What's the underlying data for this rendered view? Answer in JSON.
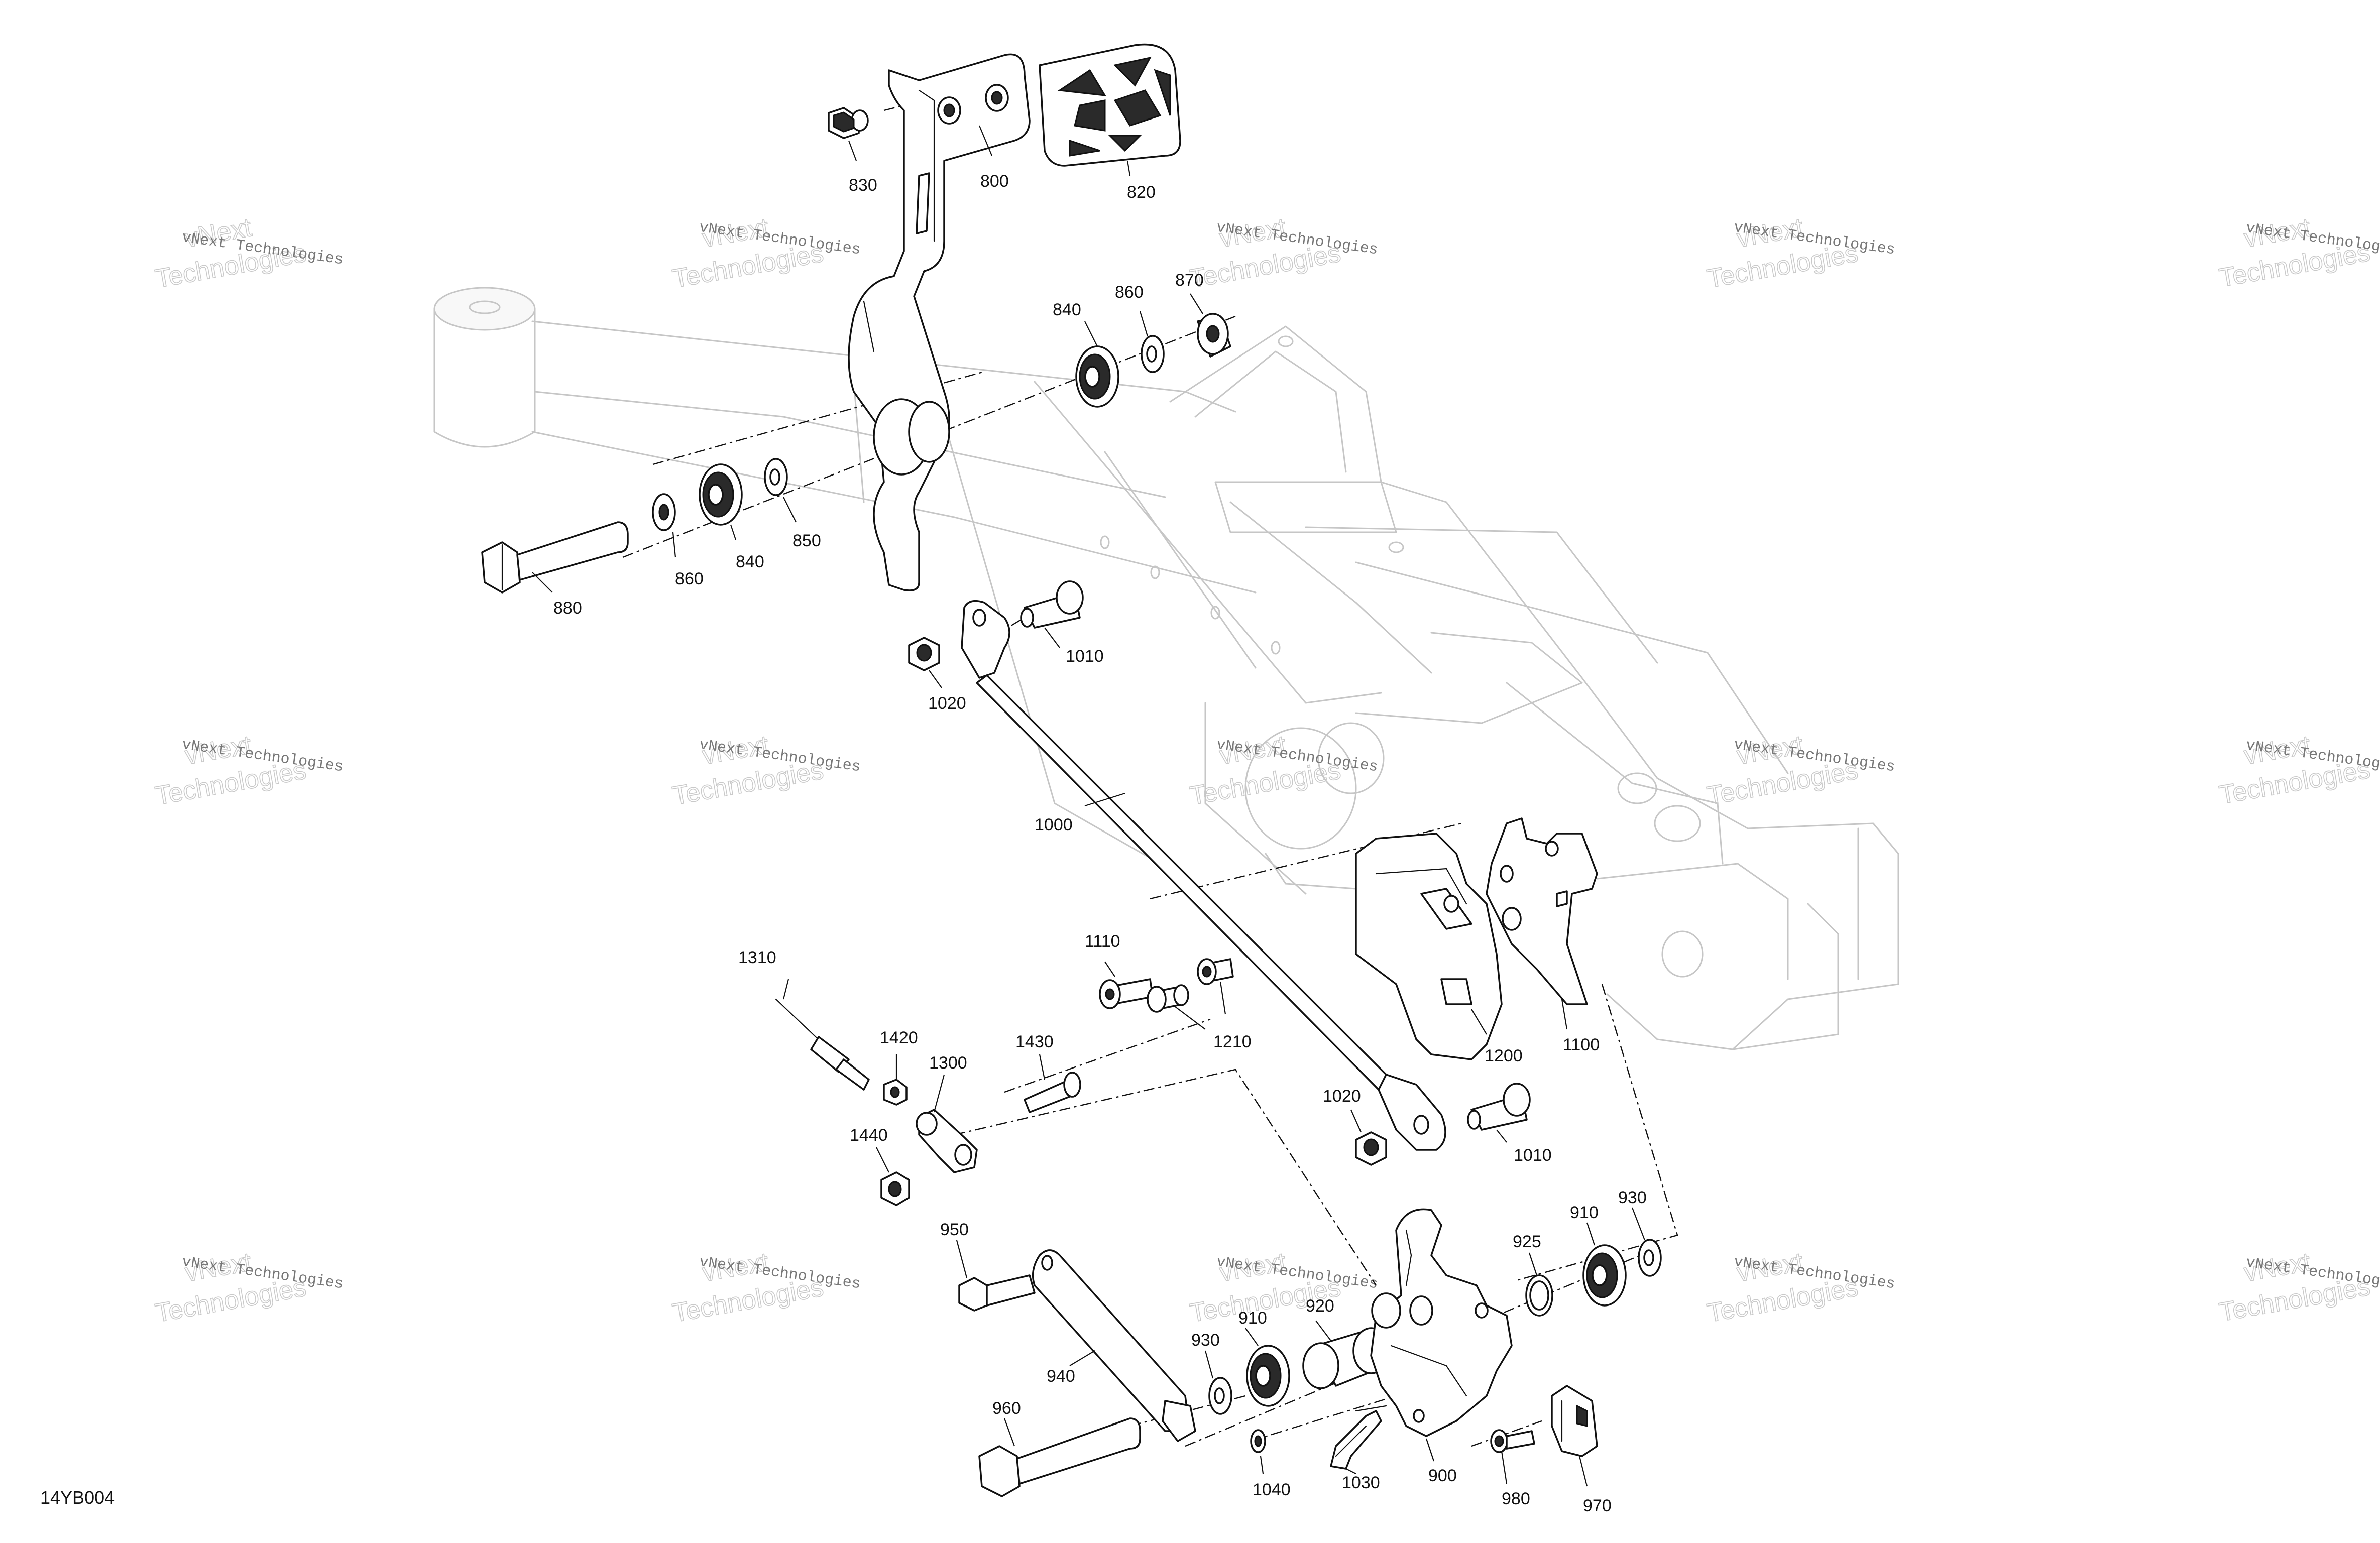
{
  "document_code": "14YB004",
  "watermark": {
    "line1": "vNext Technologies",
    "line2": "vNext",
    "line3": "Technologies"
  },
  "parts": [
    {
      "id": "800",
      "label": "800"
    },
    {
      "id": "820",
      "label": "820"
    },
    {
      "id": "830",
      "label": "830"
    },
    {
      "id": "840a",
      "label": "840"
    },
    {
      "id": "860a",
      "label": "860"
    },
    {
      "id": "870",
      "label": "870"
    },
    {
      "id": "840b",
      "label": "840"
    },
    {
      "id": "850",
      "label": "850"
    },
    {
      "id": "860b",
      "label": "860"
    },
    {
      "id": "880",
      "label": "880"
    },
    {
      "id": "1010a",
      "label": "1010"
    },
    {
      "id": "1020a",
      "label": "1020"
    },
    {
      "id": "1000",
      "label": "1000"
    },
    {
      "id": "1110",
      "label": "1110"
    },
    {
      "id": "1210",
      "label": "1210"
    },
    {
      "id": "1200",
      "label": "1200"
    },
    {
      "id": "1100",
      "label": "1100"
    },
    {
      "id": "1310",
      "label": "1310"
    },
    {
      "id": "1420",
      "label": "1420"
    },
    {
      "id": "1300",
      "label": "1300"
    },
    {
      "id": "1430",
      "label": "1430"
    },
    {
      "id": "1440",
      "label": "1440"
    },
    {
      "id": "1020b",
      "label": "1020"
    },
    {
      "id": "1010b",
      "label": "1010"
    },
    {
      "id": "950",
      "label": "950"
    },
    {
      "id": "925",
      "label": "925"
    },
    {
      "id": "910a",
      "label": "910"
    },
    {
      "id": "930a",
      "label": "930"
    },
    {
      "id": "920",
      "label": "920"
    },
    {
      "id": "910b",
      "label": "910"
    },
    {
      "id": "930b",
      "label": "930"
    },
    {
      "id": "940",
      "label": "940"
    },
    {
      "id": "960",
      "label": "960"
    },
    {
      "id": "1040",
      "label": "1040"
    },
    {
      "id": "1030",
      "label": "1030"
    },
    {
      "id": "900",
      "label": "900"
    },
    {
      "id": "980",
      "label": "980"
    },
    {
      "id": "970",
      "label": "970"
    }
  ]
}
